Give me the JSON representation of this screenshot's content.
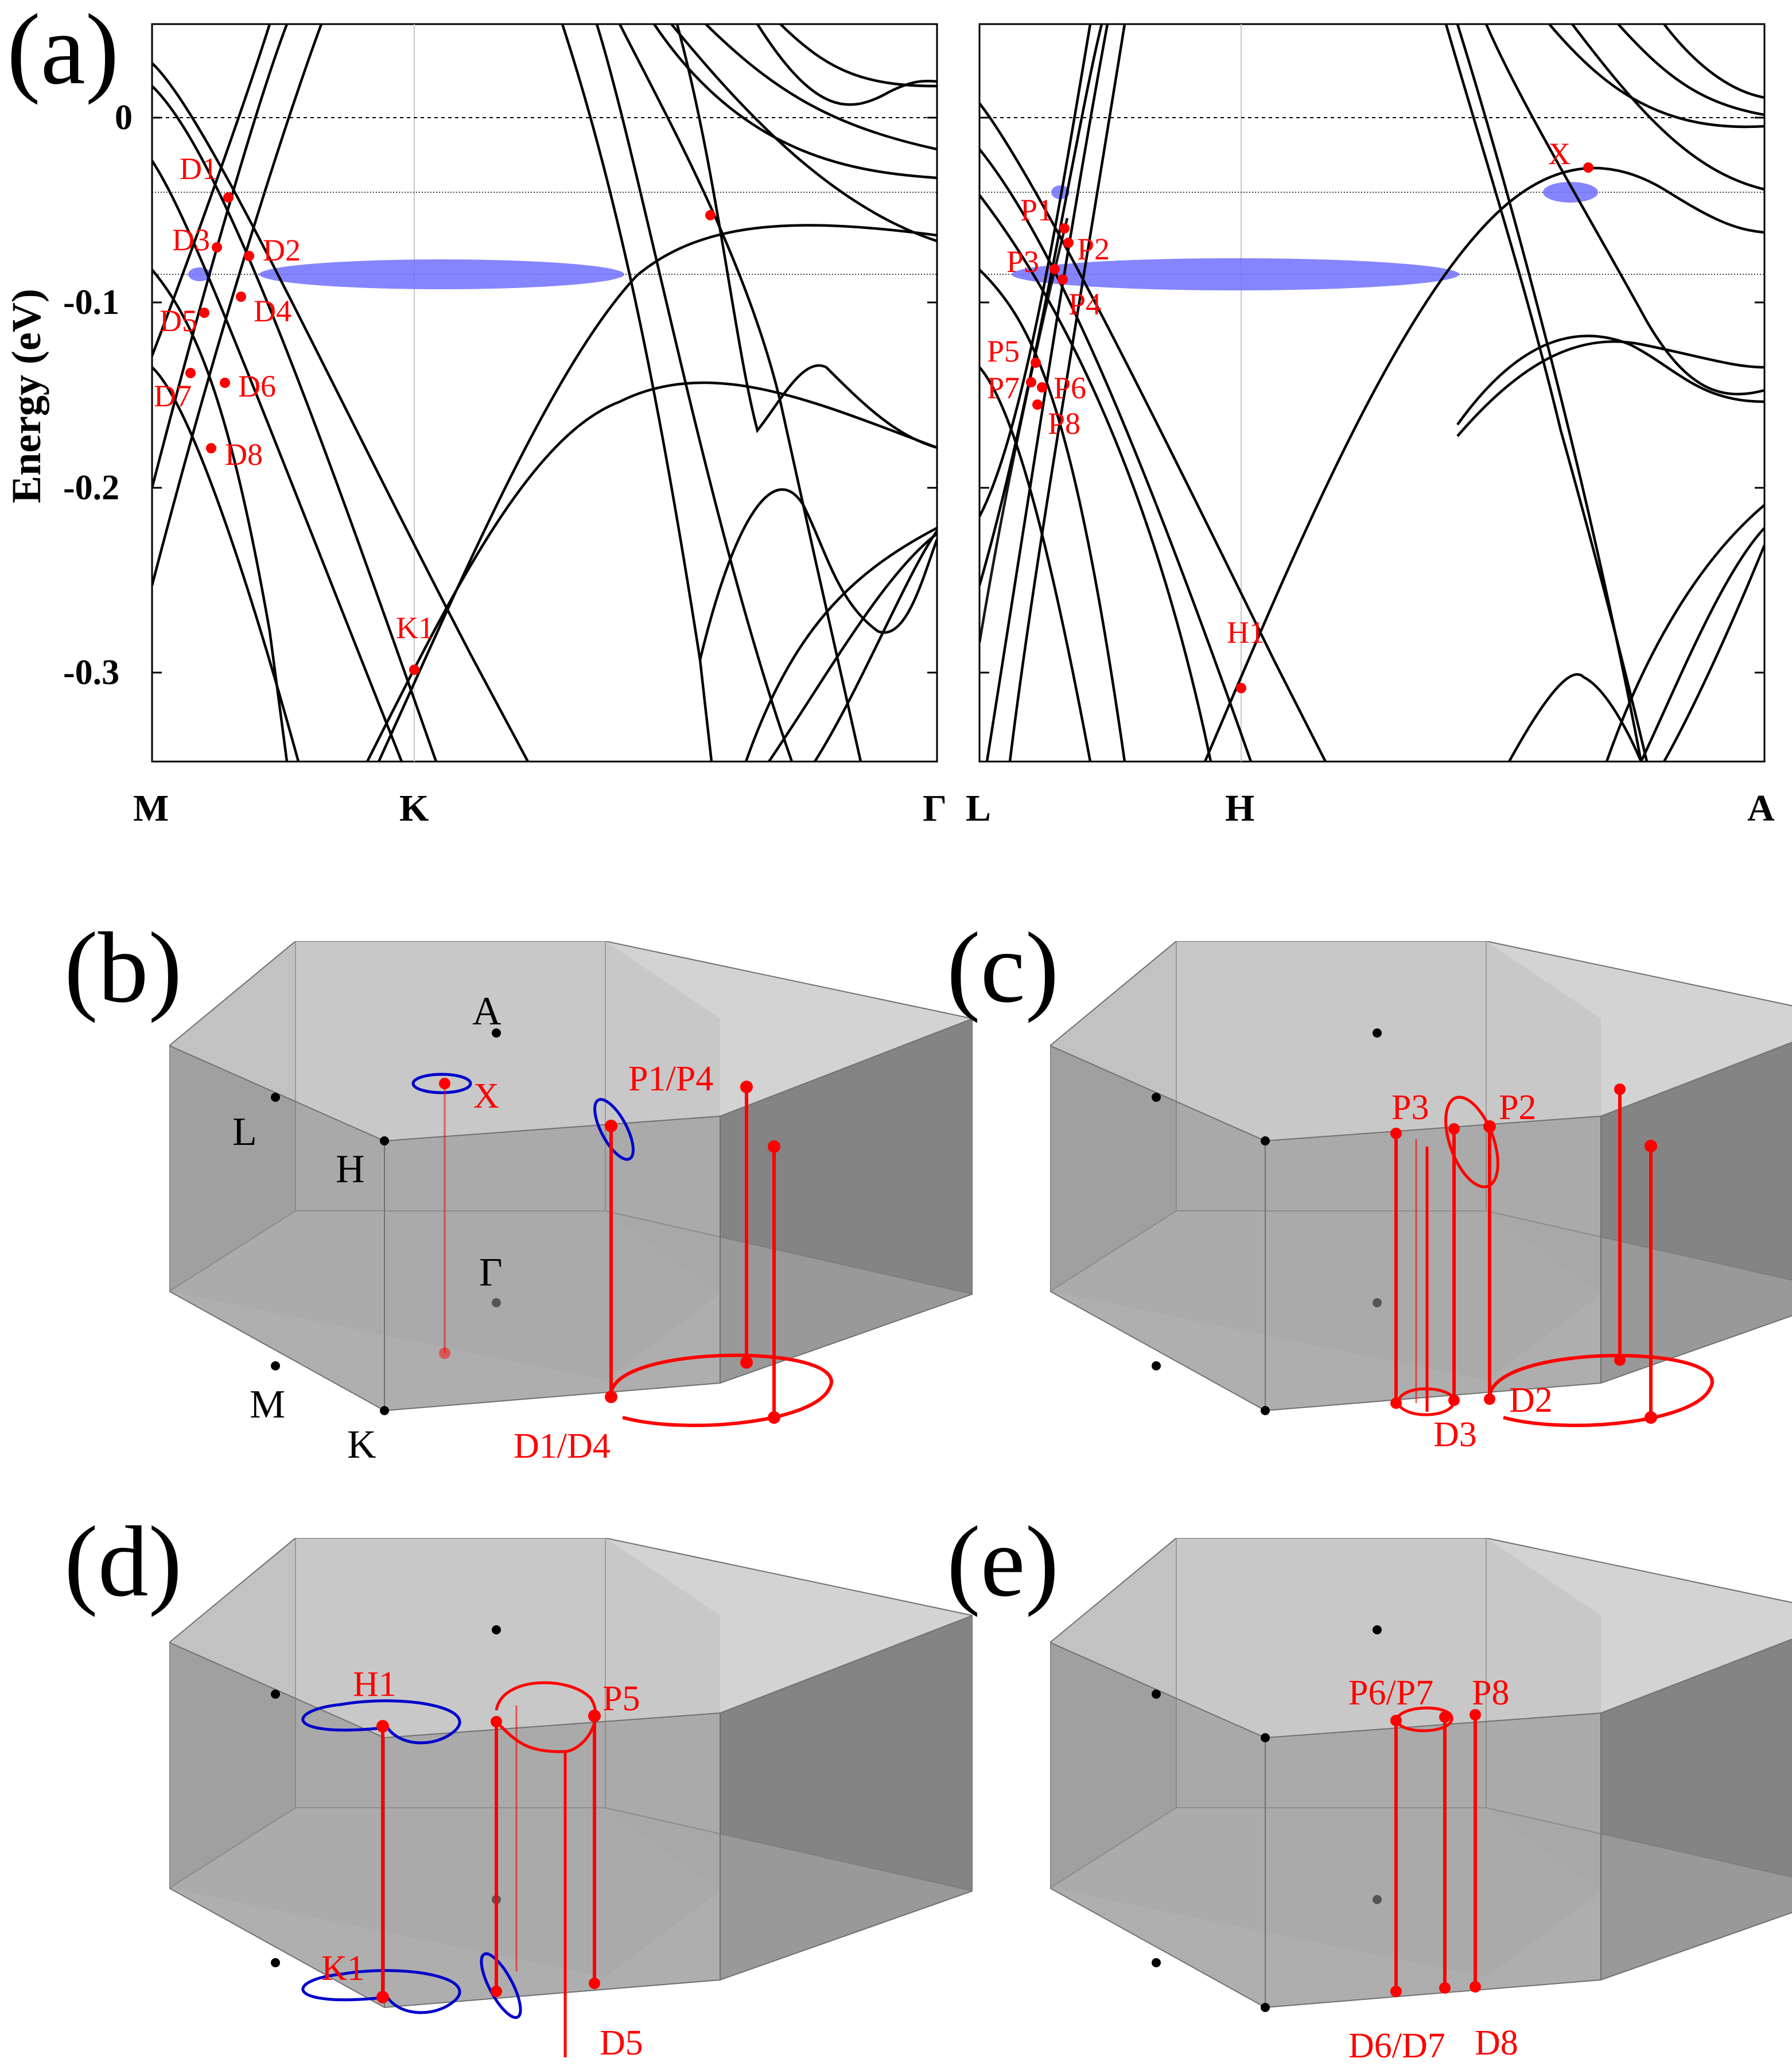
{
  "panel_labels": {
    "a": "(a)",
    "b": "(b)",
    "c": "(c)",
    "d": "(d)",
    "e": "(e)"
  },
  "chart_data": {
    "type": "line",
    "ylabel": "Energy (eV)",
    "ylim": [
      -0.35,
      0.05
    ],
    "yticks": [
      "0",
      "-0.1",
      "-0.2",
      "-0.3"
    ],
    "reference_lines_eV": [
      0,
      -0.04,
      -0.085
    ],
    "grid": false,
    "panels": [
      {
        "path": [
          "M",
          "K",
          "Γ"
        ],
        "crossings": [
          {
            "label": "D1",
            "k": 0.1,
            "energy": -0.044
          },
          {
            "label": "D2",
            "k": 0.126,
            "energy": -0.074
          },
          {
            "label": "D3",
            "k": 0.083,
            "energy": -0.071
          },
          {
            "label": "D4",
            "k": 0.114,
            "energy": -0.097
          },
          {
            "label": "D5",
            "k": 0.066,
            "energy": -0.106
          },
          {
            "label": "D6",
            "k": 0.094,
            "energy": -0.144
          },
          {
            "label": "D7",
            "k": 0.05,
            "energy": -0.139
          },
          {
            "label": "D8",
            "k": 0.075,
            "energy": -0.18
          },
          {
            "label": "K1",
            "k": 0.333,
            "energy": -0.3
          },
          {
            "label": "",
            "k": 0.713,
            "energy": -0.053
          }
        ]
      },
      {
        "path": [
          "L",
          "H",
          "A"
        ],
        "crossings": [
          {
            "label": "P1",
            "k": 0.108,
            "energy": -0.06
          },
          {
            "label": "P2",
            "k": 0.113,
            "energy": -0.068
          },
          {
            "label": "P3",
            "k": 0.095,
            "energy": -0.082
          },
          {
            "label": "P4",
            "k": 0.106,
            "energy": -0.088
          },
          {
            "label": "P5",
            "k": 0.071,
            "energy": -0.132
          },
          {
            "label": "P6",
            "k": 0.079,
            "energy": -0.146
          },
          {
            "label": "P7",
            "k": 0.066,
            "energy": -0.143
          },
          {
            "label": "P8",
            "k": 0.074,
            "energy": -0.155
          },
          {
            "label": "H1",
            "k": 0.333,
            "energy": -0.308
          },
          {
            "label": "X",
            "k": 0.776,
            "energy": -0.028
          }
        ]
      }
    ]
  },
  "bz_labels": {
    "A": "A",
    "L": "L",
    "H": "H",
    "Gamma": "Γ",
    "M": "M",
    "K": "K",
    "b_X": "X",
    "b_P1P4": "P1/P4",
    "b_D1D4": "D1/D4",
    "c_P3": "P3",
    "c_P2": "P2",
    "c_D3": "D3",
    "c_D2": "D2",
    "d_H1": "H1",
    "d_P5": "P5",
    "d_K1": "K1",
    "d_D5": "D5",
    "e_P6P7": "P6/P7",
    "e_P8": "P8",
    "e_D6D7": "D6/D7",
    "e_D8": "D8"
  },
  "colors": {
    "nodal": "#ff0000",
    "loop_alt": "#0000cc",
    "pocket": "#7070ff",
    "bz_face": "#a0a0a0"
  }
}
